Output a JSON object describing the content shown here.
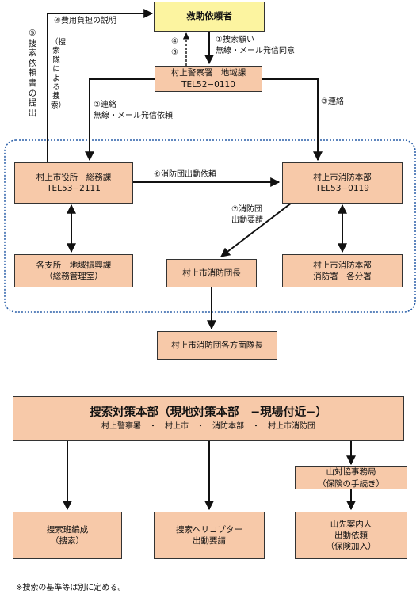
{
  "colors": {
    "box": "#f7c9a9",
    "requester": "#fcf4a0",
    "group_border": "#2a5fa8",
    "line": "#111111"
  },
  "nodes": {
    "requester": {
      "lines": [
        "救助依頼者"
      ]
    },
    "police": {
      "lines": [
        "村上警察署　地域課",
        "TEL52−0110"
      ]
    },
    "city_office": {
      "lines": [
        "村上市役所　総務課",
        "TEL53−2111"
      ]
    },
    "fire_hq": {
      "lines": [
        "村上市消防本部",
        "TEL53−0119"
      ]
    },
    "branch": {
      "lines": [
        "各支所　地域振興課",
        "（総務管理室）"
      ]
    },
    "fire_chief": {
      "lines": [
        "村上市消防団長"
      ]
    },
    "fire_station": {
      "lines": [
        "村上市消防本部",
        "消防署　各分署"
      ]
    },
    "area_captains": {
      "lines": [
        "村上市消防団各方面隊長"
      ]
    },
    "hq": {
      "title": "捜索対策本部（現地対策本部　−現場付近−）",
      "sub": "村上警察署　・　村上市　・　消防本部　・　村上市消防団"
    },
    "mountain_office": {
      "lines": [
        "山対協事務局",
        "（保険の手続き）"
      ]
    },
    "search_team": {
      "lines": [
        "捜索班編成",
        "（捜索）"
      ]
    },
    "helicopter": {
      "lines": [
        "捜索ヘリコプター",
        "出動要請"
      ]
    },
    "guide": {
      "lines": [
        "山先案内人",
        "出動依頼",
        "（保険加入）"
      ]
    }
  },
  "labels": {
    "l1": [
      "①捜索願い",
      "無線・メール発信同意"
    ],
    "l2": [
      "②連絡",
      "無線・メール発信依頼"
    ],
    "l3": [
      "③連絡"
    ],
    "l4": [
      "④費用負担の説明"
    ],
    "l45": [
      "④",
      "⑤"
    ],
    "l6": [
      "⑥消防団出動依頼"
    ],
    "l7": [
      "⑦消防団",
      "出動要請"
    ],
    "l5v": "⑤捜索依頼書の提出",
    "l5p": "（捜索隊による捜索）"
  },
  "footnote": "※捜索の基準等は別に定める。"
}
